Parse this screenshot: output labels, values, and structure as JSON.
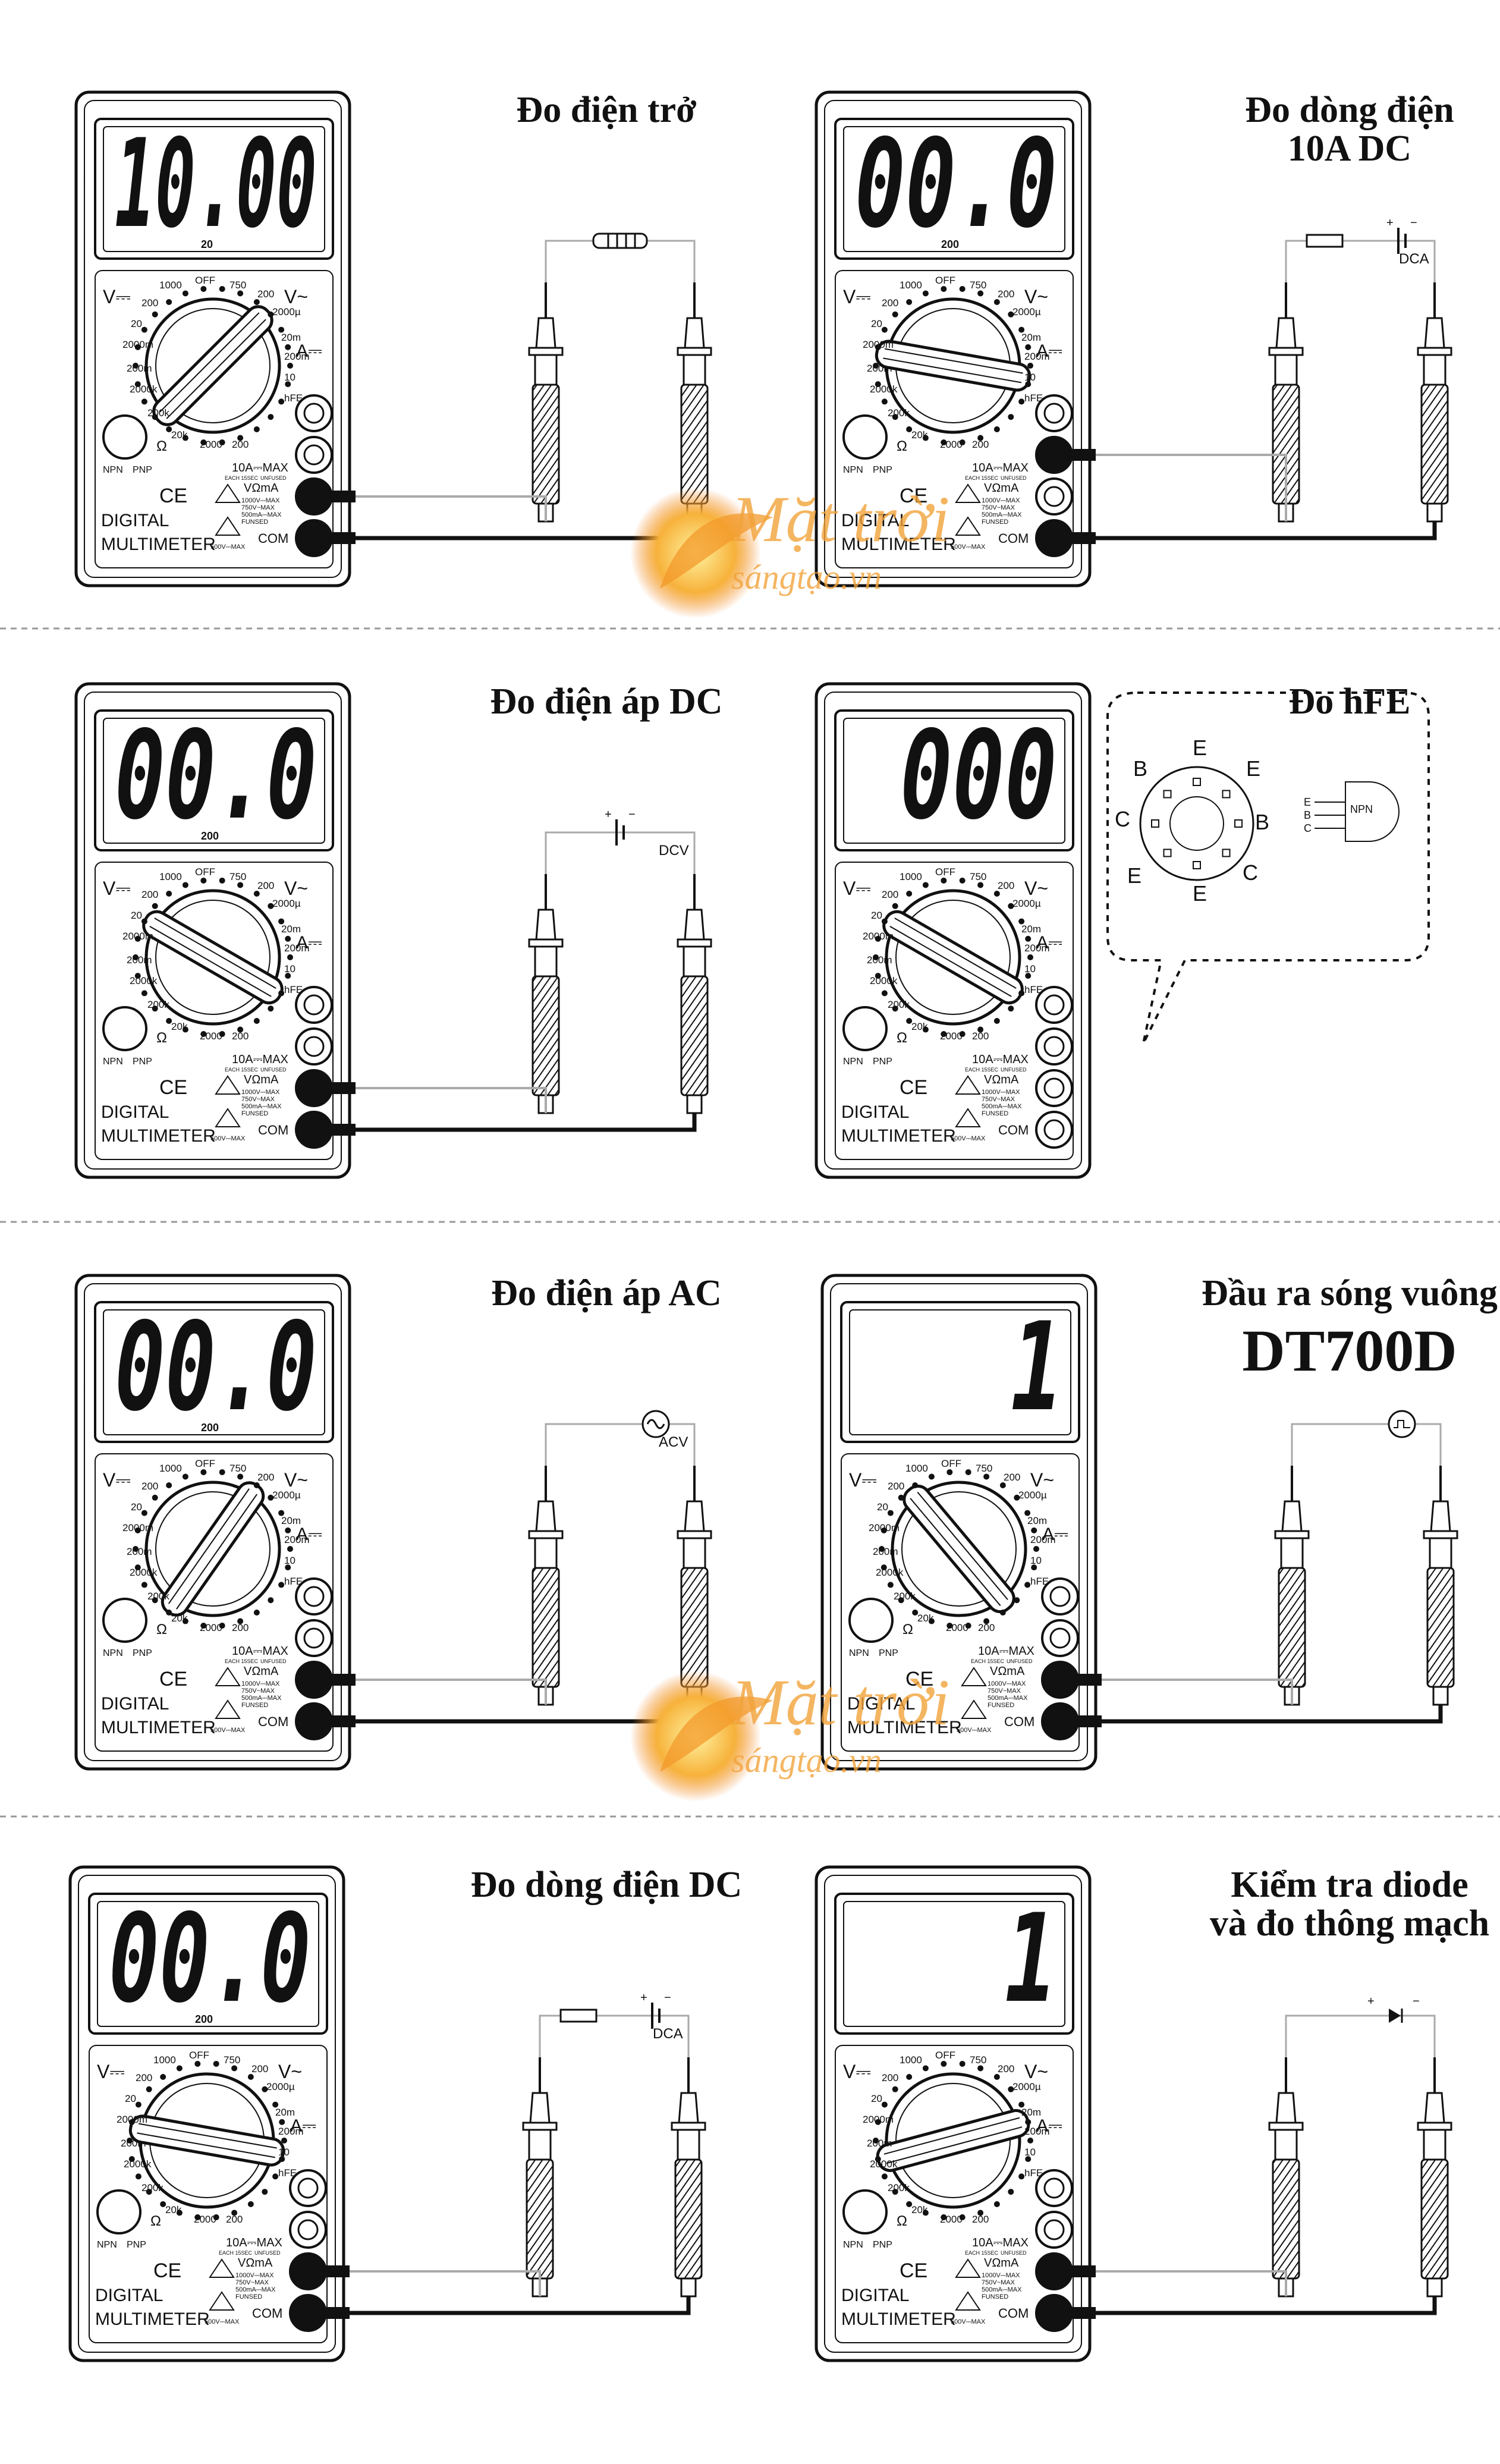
{
  "panels": [
    {
      "title_lines": [
        "Đo điện trở"
      ],
      "display": "10.00",
      "range_sub": "20",
      "selector_angle": 45,
      "jacks_lit": [
        false,
        false,
        true,
        true
      ],
      "probe_leads": [
        "VΩmA",
        "COM"
      ],
      "component": "resistor",
      "component_label": ""
    },
    {
      "title_lines": [
        "Đo dòng điện",
        "10A DC"
      ],
      "display": "00.0",
      "range_sub": "200",
      "selector_angle": 100,
      "jacks_lit": [
        false,
        true,
        false,
        true
      ],
      "probe_leads": [
        "10A",
        "COM"
      ],
      "component": "battery_resistor",
      "component_label": "DCA"
    },
    {
      "title_lines": [
        "Đo điện áp DC"
      ],
      "display": "00.0",
      "range_sub": "200",
      "selector_angle": -60,
      "jacks_lit": [
        false,
        false,
        true,
        true
      ],
      "probe_leads": [
        "VΩmA",
        "COM"
      ],
      "component": "battery",
      "component_label": "DCV"
    },
    {
      "title_lines": [
        "Đo hFE"
      ],
      "display": "000",
      "range_sub": "",
      "selector_angle": 120,
      "jacks_lit": [
        false,
        false,
        false,
        false
      ],
      "probe_leads": [],
      "component": "hfe",
      "component_label": ""
    },
    {
      "title_lines": [
        "Đo điện áp AC"
      ],
      "display": "00.0",
      "range_sub": "200",
      "selector_angle": 35,
      "jacks_lit": [
        false,
        false,
        true,
        true
      ],
      "probe_leads": [
        "VΩmA",
        "COM"
      ],
      "component": "ac",
      "component_label": "ACV"
    },
    {
      "title_lines": [
        "Đầu ra sóng vuông",
        "DT700D"
      ],
      "display": "1",
      "range_sub": "",
      "selector_angle": 140,
      "jacks_lit": [
        false,
        false,
        true,
        true
      ],
      "probe_leads": [
        "VΩmA",
        "COM"
      ],
      "component": "square",
      "component_label": ""
    },
    {
      "title_lines": [
        "Đo dòng điện DC"
      ],
      "display": "00.0",
      "range_sub": "200",
      "selector_angle": -80,
      "jacks_lit": [
        false,
        false,
        true,
        true
      ],
      "probe_leads": [
        "VΩmA",
        "COM"
      ],
      "component": "battery_resistor",
      "component_label": "DCA"
    },
    {
      "title_lines": [
        "Kiểm tra diode",
        "và đo thông mạch"
      ],
      "display": "1",
      "range_sub": "",
      "selector_angle": 75,
      "jacks_lit": [
        false,
        false,
        true,
        true
      ],
      "probe_leads": [
        "VΩmA",
        "COM"
      ],
      "component": "diode",
      "component_label": ""
    }
  ],
  "meter_text": {
    "brand_line1": "DIGITAL",
    "brand_line2": "MULTIMETER",
    "v_dc": "V⎓",
    "v_ac": "V~",
    "a_dc": "A⎓",
    "off": "OFF",
    "dial_marks": [
      "1000",
      "OFF",
      "750",
      "200",
      "2000µ",
      "20m",
      "200m",
      "10",
      "hFE",
      "200",
      "2000",
      "20k",
      "200k",
      "2000k",
      "200m",
      "2000m",
      "20",
      "200"
    ],
    "ohm": "Ω",
    "npn": "NPN",
    "pnp": "PNP",
    "ce": "CE",
    "jack_10a": "10A⎓MAX",
    "jack_vohm": "VΩmA",
    "jack_com": "COM",
    "warn_1": "1000V⎓MAX",
    "warn_2": "750V~MAX",
    "warn_3": "500mA⎓MAX",
    "warn_4": "FUNSED",
    "warn_5": "500V⎓MAX",
    "unfused": "UNFUSED",
    "each15": "EACH 15SEC"
  },
  "hfe_socket": {
    "pins": [
      "E",
      "B",
      "E",
      "C",
      "B",
      "E",
      "C",
      "E"
    ],
    "legend_pins": [
      "E",
      "B",
      "C"
    ],
    "legend_type": "NPN"
  },
  "watermark": {
    "line1": "Mặt trời",
    "line2": "sángtạo.vn"
  },
  "colors": {
    "ink": "#111111",
    "wire": "#aaaaaa",
    "watermark": "#f2a33a"
  }
}
